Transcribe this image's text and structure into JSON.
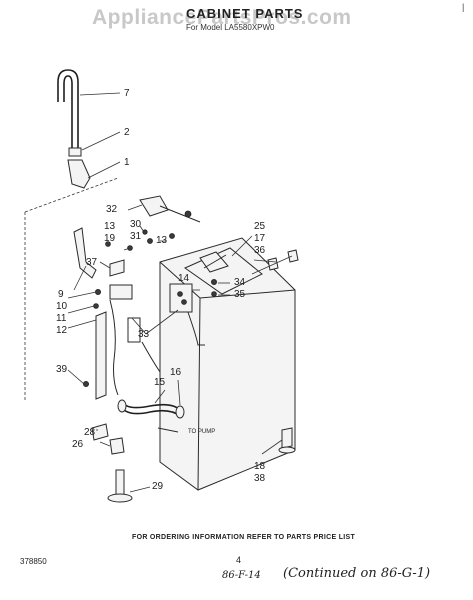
{
  "header": {
    "watermark": "AppliancePartsPros.com",
    "title": "CABINET PARTS",
    "subtitle": "For Model LA5580XPW0",
    "corner_mark": "|"
  },
  "callouts": [
    "7",
    "2",
    "1",
    "32",
    "30",
    "31",
    "13",
    "13",
    "19",
    "37",
    "25",
    "17",
    "36",
    "14",
    "34",
    "35",
    "9",
    "10",
    "11",
    "12",
    "33",
    "39",
    "15",
    "16",
    "28",
    "26",
    "29",
    "18",
    "38"
  ],
  "pump_label": "TO PUMP",
  "footer": {
    "ordering_info": "FOR ORDERING INFORMATION REFER TO PARTS PRICE LIST",
    "doc_number": "378850",
    "page_number": "4",
    "handwritten_date": "86-F-14",
    "handwritten_note": "(Continued on 86-G-1)"
  }
}
